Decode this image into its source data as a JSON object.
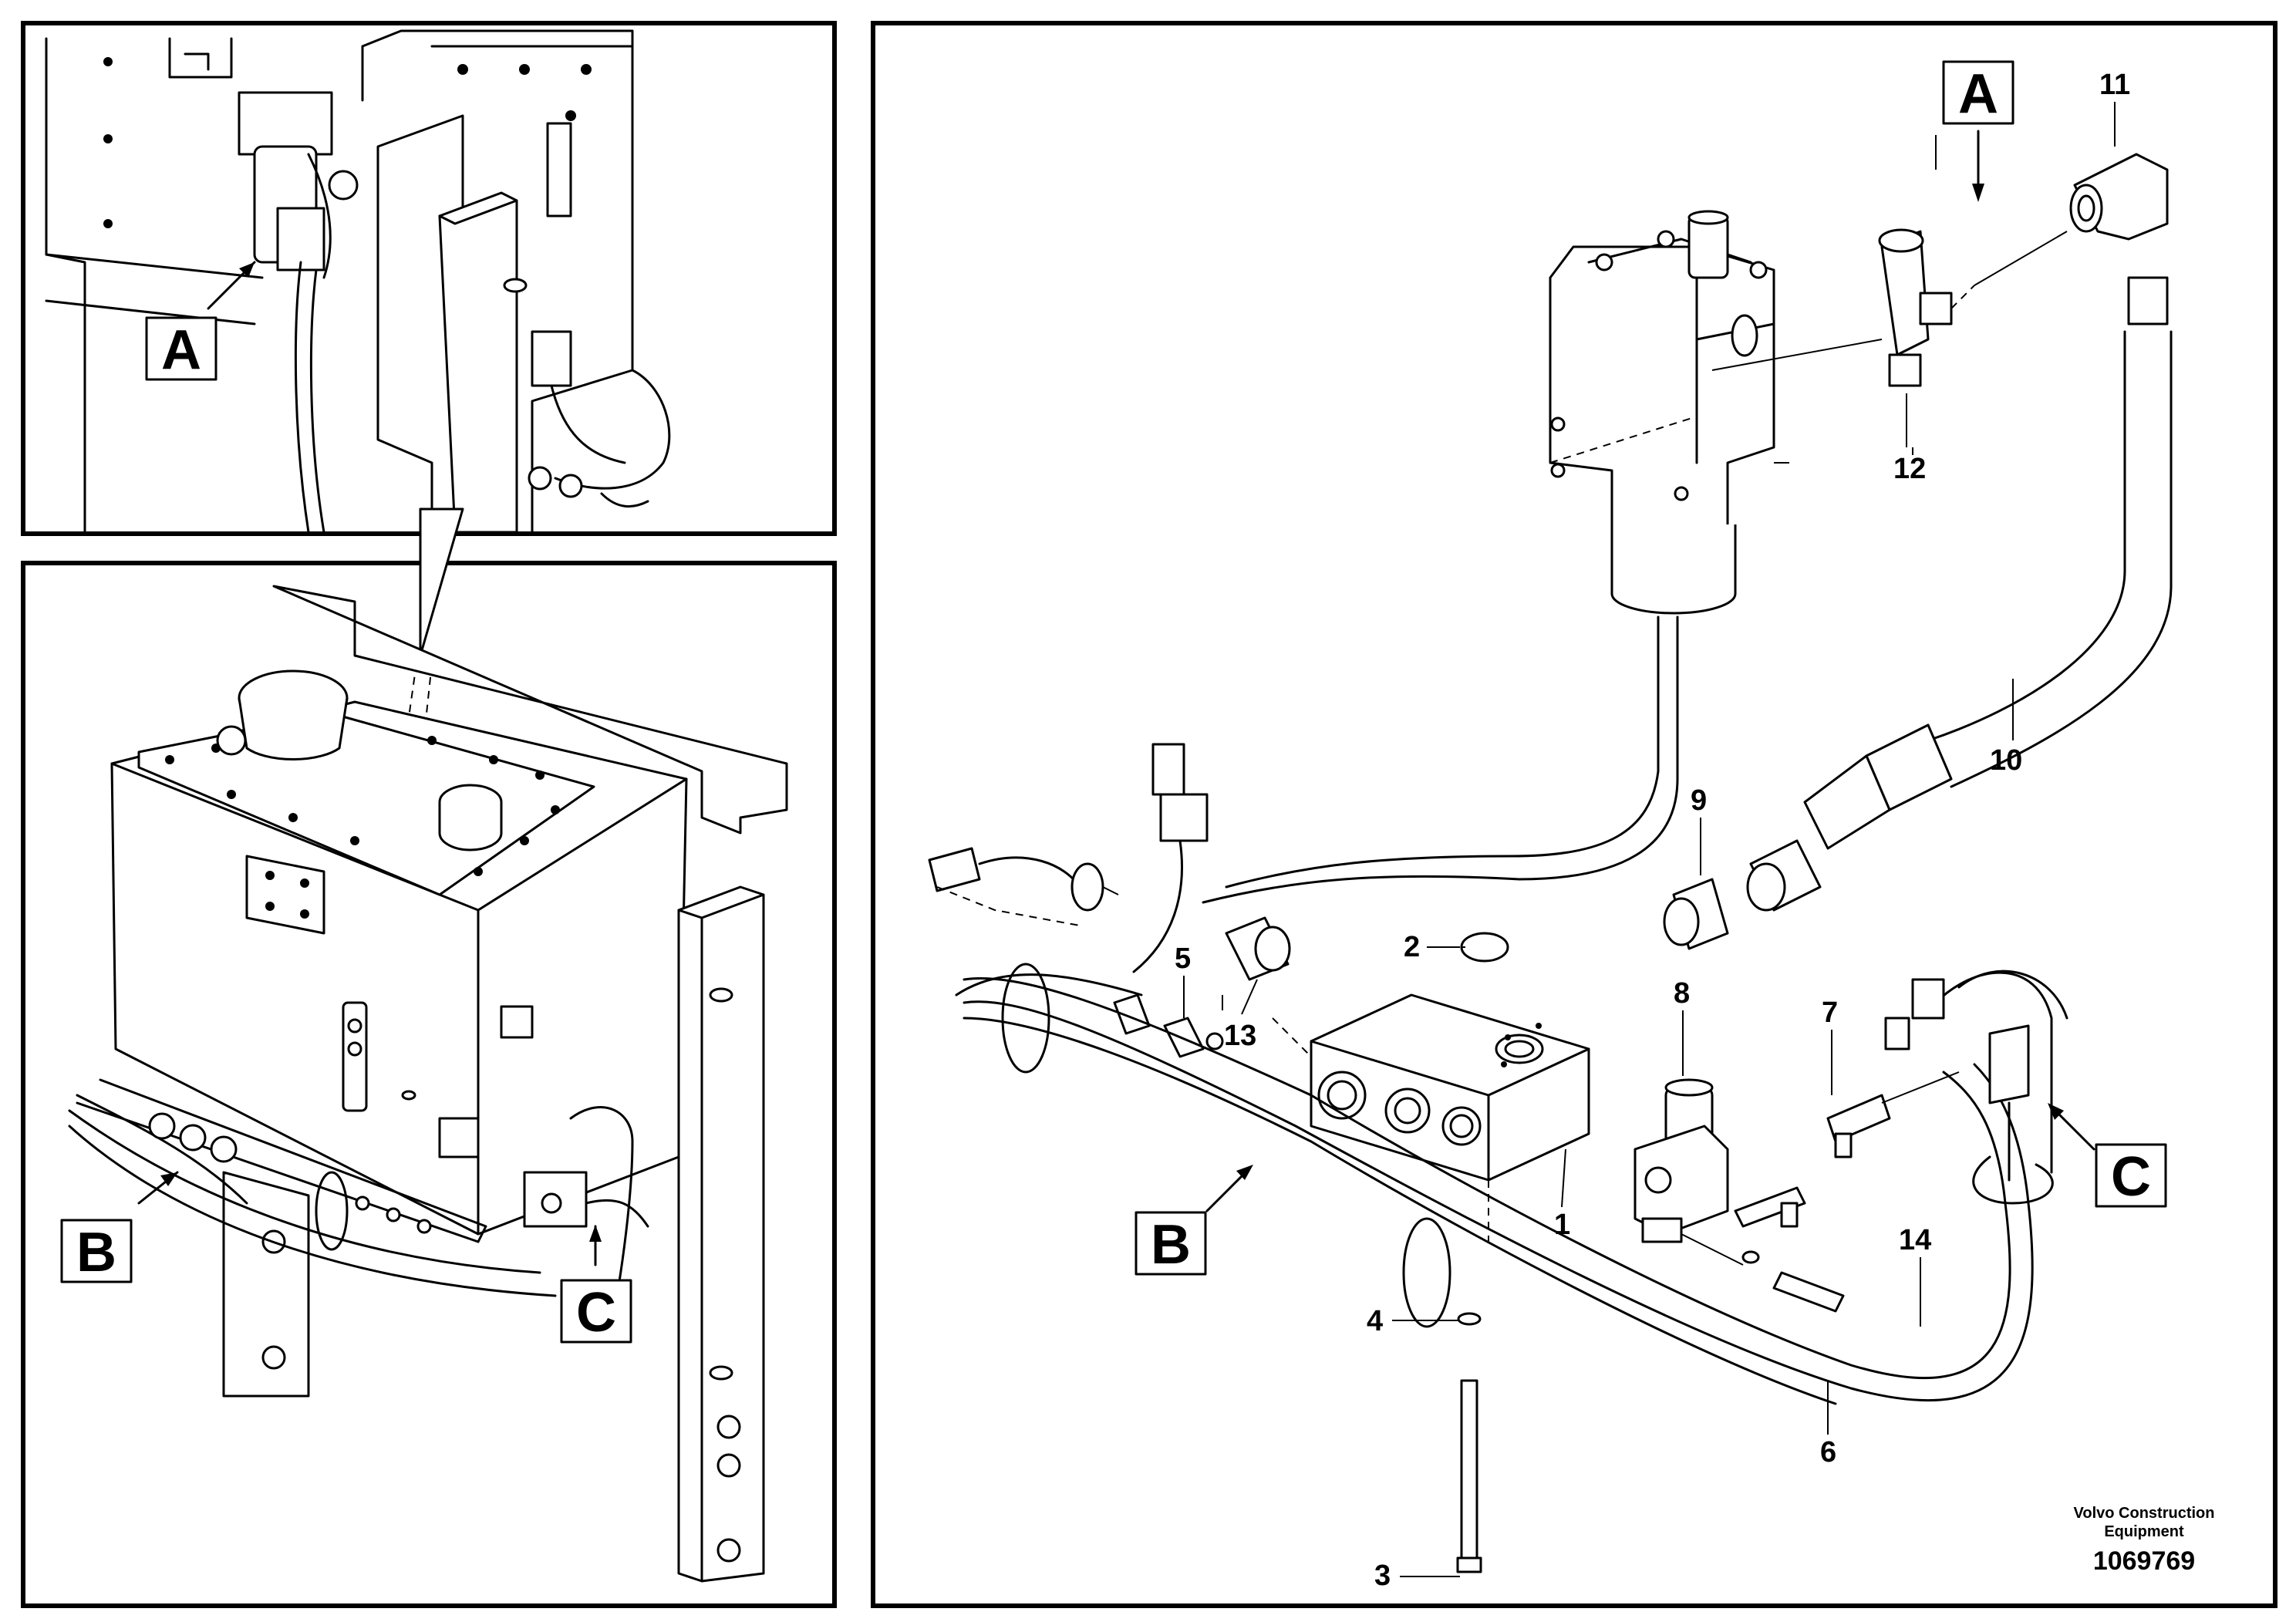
{
  "views": {
    "a_top": "A",
    "a_detail": "A",
    "b_main": "B",
    "b_detail": "B",
    "c_main": "C",
    "c_detail": "C"
  },
  "callouts": {
    "p1": "1",
    "p2": "2",
    "p3": "3",
    "p4": "4",
    "p5": "5",
    "p6": "6",
    "p7": "7",
    "p8": "8",
    "p9": "9",
    "p10": "10",
    "p11": "11",
    "p12": "12",
    "p13": "13",
    "p14": "14"
  },
  "footer": {
    "company_line1": "Volvo Construction",
    "company_line2": "Equipment",
    "drawing_number": "1069769"
  }
}
